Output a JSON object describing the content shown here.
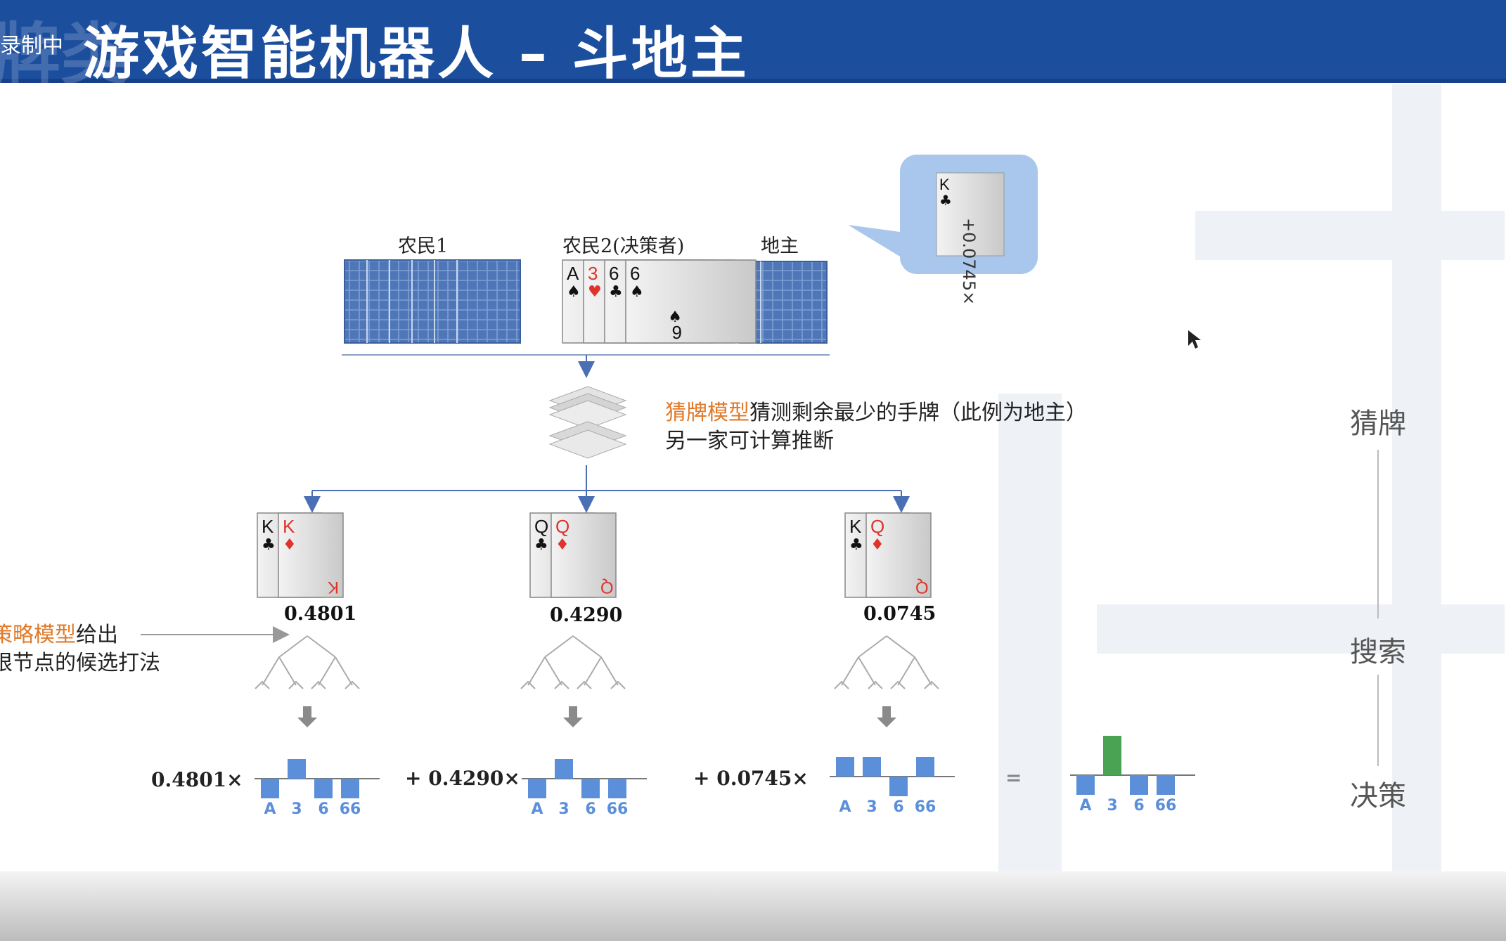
{
  "header": {
    "recording": "录制中",
    "bg_char": "牌类",
    "title": "游戏智能机器人 – 斗地主"
  },
  "players": {
    "farmer1": "农民1",
    "farmer2": "农民2(决策者)",
    "landlord": "地主"
  },
  "farmer2_hand": [
    {
      "rank": "A",
      "suit": "♠",
      "color": "#111111"
    },
    {
      "rank": "3",
      "suit": "♥",
      "color": "#e0332b"
    },
    {
      "rank": "6",
      "suit": "♣",
      "color": "#111111"
    },
    {
      "rank": "6",
      "suit": "♠",
      "color": "#111111"
    }
  ],
  "farmer2_bottom_rank": "9",
  "bubble": {
    "rank": "K",
    "suit": "♣",
    "text": "+0.0745×"
  },
  "guess_note": {
    "line1_highlight": "猜牌模型",
    "line1_rest": "猜测剩余最少的手牌（此例为地主）",
    "line2": "另一家可计算推断"
  },
  "policy_note": {
    "line1_highlight": "策略模型",
    "line1_rest": "给出",
    "line2": "根节点的候选打法"
  },
  "branches": [
    {
      "cards": [
        {
          "rank": "K",
          "suit": "♣",
          "color": "#111111"
        },
        {
          "rank": "K",
          "suit": "♦",
          "color": "#e0332b"
        }
      ],
      "bottom_rank": "K",
      "prob": "0.4801",
      "coef": "0.4801×"
    },
    {
      "cards": [
        {
          "rank": "Q",
          "suit": "♣",
          "color": "#111111"
        },
        {
          "rank": "Q",
          "suit": "♦",
          "color": "#e0332b"
        }
      ],
      "bottom_rank": "Q",
      "prob": "0.4290",
      "coef": "+ 0.4290×"
    },
    {
      "cards": [
        {
          "rank": "K",
          "suit": "♣",
          "color": "#111111"
        },
        {
          "rank": "Q",
          "suit": "♦",
          "color": "#e0332b"
        }
      ],
      "bottom_rank": "Q",
      "prob": "0.0745",
      "coef": "+ 0.0745×"
    }
  ],
  "equals": "=",
  "chart_data": {
    "type": "bar",
    "categories": [
      "A",
      "3",
      "6",
      "66"
    ],
    "series": [
      {
        "values": [
          -1,
          1,
          -1,
          -1
        ],
        "color": "#5b8fd9"
      },
      {
        "values": [
          -1,
          1,
          -1,
          -1
        ],
        "color": "#5b8fd9"
      },
      {
        "values": [
          1,
          1,
          -1,
          1
        ],
        "color": "#5b8fd9"
      },
      {
        "values": [
          -1,
          2,
          -1,
          -1
        ],
        "color": "#5b8fd9",
        "highlight_color": "#4aa353"
      }
    ]
  },
  "side_labels": [
    "猜牌",
    "搜索",
    "决策"
  ],
  "colors": {
    "header": "#1c4e9e",
    "accent_orange": "#e07a2a",
    "bar_blue": "#5b8fd9",
    "bar_green": "#4aa353",
    "arrow_blue": "#4a6fb5"
  }
}
